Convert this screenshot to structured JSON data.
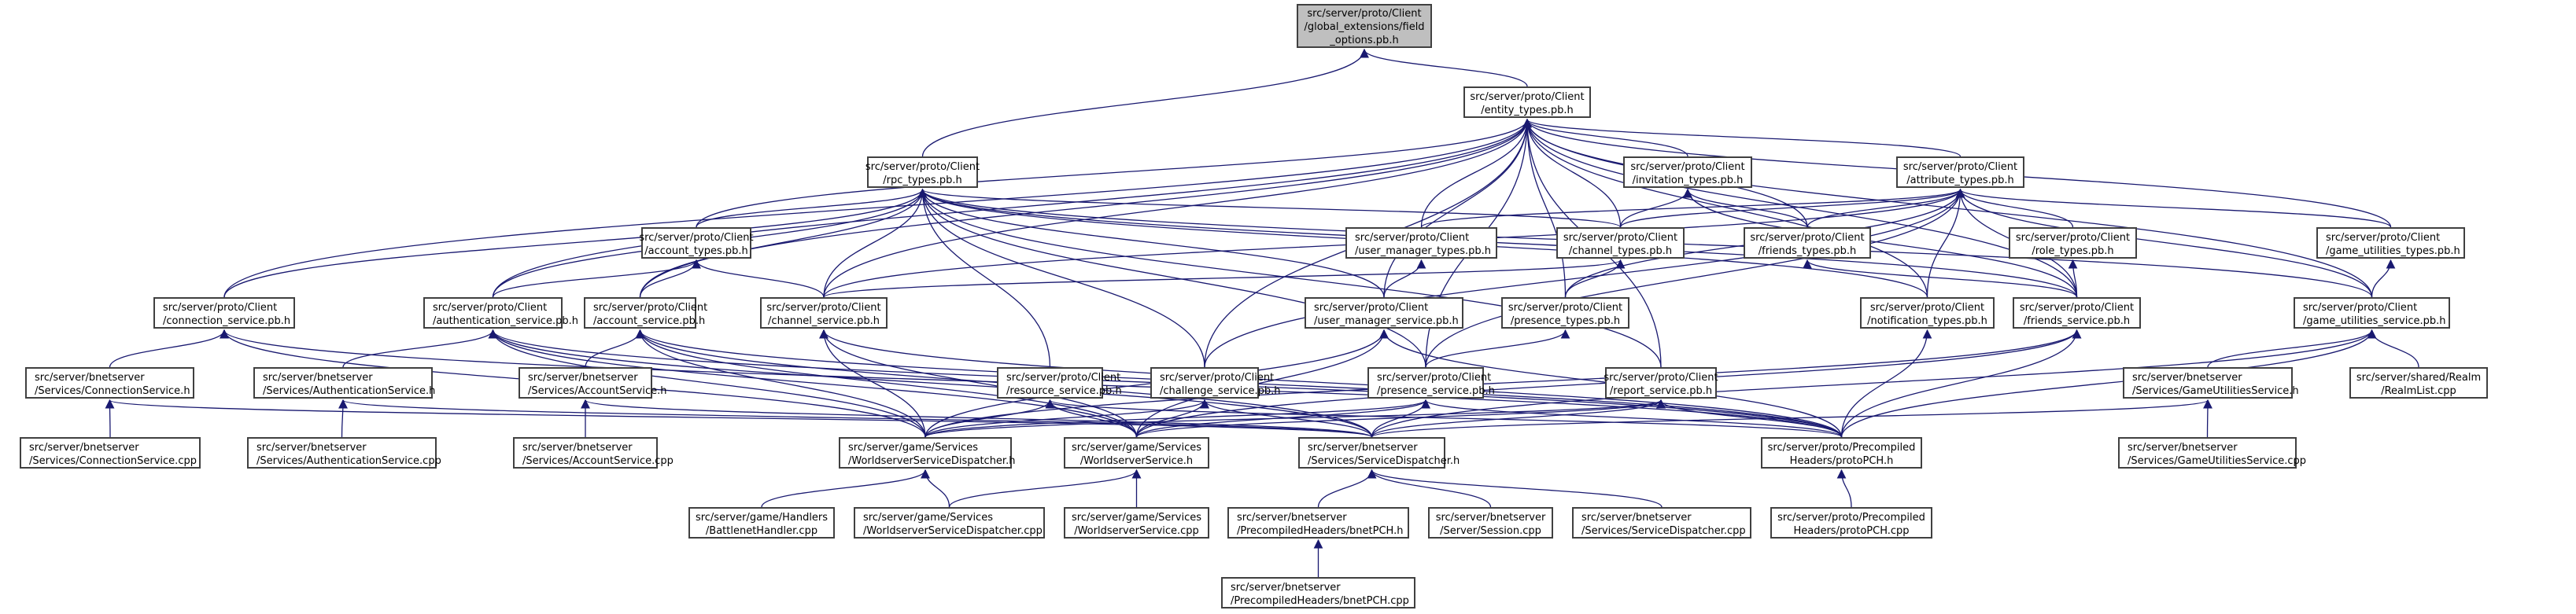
{
  "title": "Include dependency graph for field_options.pb.h",
  "colors": {
    "edge": "#191970",
    "node_border": "#404040",
    "root_fill": "#bfbfbf",
    "node_fill": "#ffffff"
  },
  "nodes": [
    {
      "id": "field_options",
      "lines": [
        "src/server/proto/Client",
        "/global_extensions/field",
        "_options.pb.h"
      ],
      "root": true
    },
    {
      "id": "entity_types",
      "lines": [
        "src/server/proto/Client",
        "/entity_types.pb.h"
      ]
    },
    {
      "id": "rpc_types",
      "lines": [
        "src/server/proto/Client",
        "/rpc_types.pb.h"
      ]
    },
    {
      "id": "invitation_types",
      "lines": [
        "src/server/proto/Client",
        "/invitation_types.pb.h"
      ]
    },
    {
      "id": "attribute_types",
      "lines": [
        "src/server/proto/Client",
        "/attribute_types.pb.h"
      ]
    },
    {
      "id": "account_types",
      "lines": [
        "src/server/proto/Client",
        "/account_types.pb.h"
      ]
    },
    {
      "id": "user_manager_types",
      "lines": [
        "src/server/proto/Client",
        "/user_manager_types.pb.h"
      ]
    },
    {
      "id": "channel_types",
      "lines": [
        "src/server/proto/Client",
        "/channel_types.pb.h"
      ]
    },
    {
      "id": "friends_types",
      "lines": [
        "src/server/proto/Client",
        "/friends_types.pb.h"
      ]
    },
    {
      "id": "role_types",
      "lines": [
        "src/server/proto/Client",
        "/role_types.pb.h"
      ]
    },
    {
      "id": "game_utilities_types",
      "lines": [
        "src/server/proto/Client",
        "/game_utilities_types.pb.h"
      ]
    },
    {
      "id": "connection_service",
      "lines": [
        "src/server/proto/Client",
        "/connection_service.pb.h"
      ]
    },
    {
      "id": "authentication_service",
      "lines": [
        "src/server/proto/Client",
        "/authentication_service.pb.h"
      ]
    },
    {
      "id": "account_service",
      "lines": [
        "src/server/proto/Client",
        "/account_service.pb.h"
      ]
    },
    {
      "id": "channel_service",
      "lines": [
        "src/server/proto/Client",
        "/channel_service.pb.h"
      ]
    },
    {
      "id": "user_manager_service",
      "lines": [
        "src/server/proto/Client",
        "/user_manager_service.pb.h"
      ]
    },
    {
      "id": "presence_types",
      "lines": [
        "src/server/proto/Client",
        "/presence_types.pb.h"
      ]
    },
    {
      "id": "notification_types",
      "lines": [
        "src/server/proto/Client",
        "/notification_types.pb.h"
      ]
    },
    {
      "id": "friends_service",
      "lines": [
        "src/server/proto/Client",
        "/friends_service.pb.h"
      ]
    },
    {
      "id": "game_utilities_service",
      "lines": [
        "src/server/proto/Client",
        "/game_utilities_service.pb.h"
      ]
    },
    {
      "id": "ConnectionService_h",
      "lines": [
        "src/server/bnetserver",
        "/Services/ConnectionService.h"
      ]
    },
    {
      "id": "AuthenticationService_h",
      "lines": [
        "src/server/bnetserver",
        "/Services/AuthenticationService.h"
      ]
    },
    {
      "id": "AccountService_h",
      "lines": [
        "src/server/bnetserver",
        "/Services/AccountService.h"
      ]
    },
    {
      "id": "resource_service",
      "lines": [
        "src/server/proto/Client",
        "/resource_service.pb.h"
      ]
    },
    {
      "id": "challenge_service",
      "lines": [
        "src/server/proto/Client",
        "/challenge_service.pb.h"
      ]
    },
    {
      "id": "presence_service",
      "lines": [
        "src/server/proto/Client",
        "/presence_service.pb.h"
      ]
    },
    {
      "id": "report_service",
      "lines": [
        "src/server/proto/Client",
        "/report_service.pb.h"
      ]
    },
    {
      "id": "GameUtilitiesService_h",
      "lines": [
        "src/server/bnetserver",
        "/Services/GameUtilitiesService.h"
      ]
    },
    {
      "id": "RealmList_cpp",
      "lines": [
        "src/server/shared/Realm",
        "/RealmList.cpp"
      ]
    },
    {
      "id": "ConnectionService_cpp",
      "lines": [
        "src/server/bnetserver",
        "/Services/ConnectionService.cpp"
      ]
    },
    {
      "id": "AuthenticationService_cpp",
      "lines": [
        "src/server/bnetserver",
        "/Services/AuthenticationService.cpp"
      ]
    },
    {
      "id": "AccountService_cpp",
      "lines": [
        "src/server/bnetserver",
        "/Services/AccountService.cpp"
      ]
    },
    {
      "id": "WorldserverServiceDispatcher_h",
      "lines": [
        "src/server/game/Services",
        "/WorldserverServiceDispatcher.h"
      ]
    },
    {
      "id": "WorldserverService_h",
      "lines": [
        "src/server/game/Services",
        "/WorldserverService.h"
      ]
    },
    {
      "id": "ServiceDispatcher_h",
      "lines": [
        "src/server/bnetserver",
        "/Services/ServiceDispatcher.h"
      ]
    },
    {
      "id": "protoPCH_h",
      "lines": [
        "src/server/proto/Precompiled",
        "Headers/protoPCH.h"
      ]
    },
    {
      "id": "GameUtilitiesService_cpp",
      "lines": [
        "src/server/bnetserver",
        "/Services/GameUtilitiesService.cpp"
      ]
    },
    {
      "id": "BattlenetHandler_cpp",
      "lines": [
        "src/server/game/Handlers",
        "/BattlenetHandler.cpp"
      ]
    },
    {
      "id": "WorldserverServiceDispatcher_cpp",
      "lines": [
        "src/server/game/Services",
        "/WorldserverServiceDispatcher.cpp"
      ]
    },
    {
      "id": "WorldserverService_cpp",
      "lines": [
        "src/server/game/Services",
        "/WorldserverService.cpp"
      ]
    },
    {
      "id": "bnetPCH_h",
      "lines": [
        "src/server/bnetserver",
        "/PrecompiledHeaders/bnetPCH.h"
      ]
    },
    {
      "id": "Session_cpp",
      "lines": [
        "src/server/bnetserver",
        "/Server/Session.cpp"
      ]
    },
    {
      "id": "ServiceDispatcher_cpp",
      "lines": [
        "src/server/bnetserver",
        "/Services/ServiceDispatcher.cpp"
      ]
    },
    {
      "id": "protoPCH_cpp",
      "lines": [
        "src/server/proto/Precompiled",
        "Headers/protoPCH.cpp"
      ]
    },
    {
      "id": "bnetPCH_cpp",
      "lines": [
        "src/server/bnetserver",
        "/PrecompiledHeaders/bnetPCH.cpp"
      ]
    }
  ],
  "edges": [
    [
      "entity_types",
      "field_options"
    ],
    [
      "rpc_types",
      "field_options"
    ],
    [
      "invitation_types",
      "entity_types"
    ],
    [
      "attribute_types",
      "entity_types"
    ],
    [
      "account_types",
      "entity_types"
    ],
    [
      "user_manager_types",
      "entity_types"
    ],
    [
      "channel_types",
      "entity_types"
    ],
    [
      "friends_types",
      "entity_types"
    ],
    [
      "game_utilities_types",
      "entity_types"
    ],
    [
      "connection_service",
      "entity_types"
    ],
    [
      "authentication_service",
      "entity_types"
    ],
    [
      "account_service",
      "entity_types"
    ],
    [
      "channel_service",
      "entity_types"
    ],
    [
      "user_manager_service",
      "entity_types"
    ],
    [
      "presence_types",
      "entity_types"
    ],
    [
      "notification_types",
      "entity_types"
    ],
    [
      "friends_service",
      "entity_types"
    ],
    [
      "game_utilities_service",
      "entity_types"
    ],
    [
      "challenge_service",
      "entity_types"
    ],
    [
      "presence_service",
      "entity_types"
    ],
    [
      "report_service",
      "entity_types"
    ],
    [
      "account_types",
      "rpc_types"
    ],
    [
      "connection_service",
      "rpc_types"
    ],
    [
      "authentication_service",
      "rpc_types"
    ],
    [
      "account_service",
      "rpc_types"
    ],
    [
      "channel_service",
      "rpc_types"
    ],
    [
      "user_manager_service",
      "rpc_types"
    ],
    [
      "channel_types",
      "rpc_types"
    ],
    [
      "notification_types",
      "rpc_types"
    ],
    [
      "friends_service",
      "rpc_types"
    ],
    [
      "game_utilities_service",
      "rpc_types"
    ],
    [
      "resource_service",
      "rpc_types"
    ],
    [
      "challenge_service",
      "rpc_types"
    ],
    [
      "presence_service",
      "rpc_types"
    ],
    [
      "report_service",
      "rpc_types"
    ],
    [
      "channel_types",
      "invitation_types"
    ],
    [
      "friends_types",
      "invitation_types"
    ],
    [
      "friends_service",
      "invitation_types"
    ],
    [
      "user_manager_types",
      "attribute_types"
    ],
    [
      "channel_types",
      "attribute_types"
    ],
    [
      "friends_types",
      "attribute_types"
    ],
    [
      "role_types",
      "attribute_types"
    ],
    [
      "game_utilities_types",
      "attribute_types"
    ],
    [
      "presence_types",
      "attribute_types"
    ],
    [
      "notification_types",
      "attribute_types"
    ],
    [
      "friends_service",
      "attribute_types"
    ],
    [
      "game_utilities_service",
      "attribute_types"
    ],
    [
      "challenge_service",
      "attribute_types"
    ],
    [
      "presence_service",
      "attribute_types"
    ],
    [
      "channel_service",
      "attribute_types"
    ],
    [
      "authentication_service",
      "account_types"
    ],
    [
      "account_service",
      "account_types"
    ],
    [
      "channel_service",
      "account_types"
    ],
    [
      "friends_service",
      "role_types"
    ],
    [
      "user_manager_service",
      "user_manager_types"
    ],
    [
      "channel_service",
      "channel_types"
    ],
    [
      "presence_types",
      "channel_types"
    ],
    [
      "friends_service",
      "friends_types"
    ],
    [
      "game_utilities_service",
      "game_utilities_types"
    ],
    [
      "ConnectionService_h",
      "connection_service"
    ],
    [
      "WorldserverServiceDispatcher_h",
      "connection_service"
    ],
    [
      "protoPCH_h",
      "connection_service"
    ],
    [
      "AuthenticationService_h",
      "authentication_service"
    ],
    [
      "WorldserverServiceDispatcher_h",
      "authentication_service"
    ],
    [
      "WorldserverService_h",
      "authentication_service"
    ],
    [
      "ServiceDispatcher_h",
      "authentication_service"
    ],
    [
      "protoPCH_h",
      "authentication_service"
    ],
    [
      "AccountService_h",
      "account_service"
    ],
    [
      "WorldserverServiceDispatcher_h",
      "account_service"
    ],
    [
      "WorldserverService_h",
      "account_service"
    ],
    [
      "ServiceDispatcher_h",
      "account_service"
    ],
    [
      "protoPCH_h",
      "account_service"
    ],
    [
      "WorldserverServiceDispatcher_h",
      "channel_service"
    ],
    [
      "WorldserverService_h",
      "channel_service"
    ],
    [
      "protoPCH_h",
      "channel_service"
    ],
    [
      "WorldserverServiceDispatcher_h",
      "user_manager_service"
    ],
    [
      "WorldserverService_h",
      "user_manager_service"
    ],
    [
      "protoPCH_h",
      "user_manager_service"
    ],
    [
      "presence_service",
      "presence_types"
    ],
    [
      "protoPCH_h",
      "notification_types"
    ],
    [
      "WorldserverServiceDispatcher_h",
      "friends_service"
    ],
    [
      "WorldserverService_h",
      "friends_service"
    ],
    [
      "protoPCH_h",
      "friends_service"
    ],
    [
      "GameUtilitiesService_h",
      "game_utilities_service"
    ],
    [
      "RealmList_cpp",
      "game_utilities_service"
    ],
    [
      "ServiceDispatcher_h",
      "game_utilities_service"
    ],
    [
      "protoPCH_h",
      "game_utilities_service"
    ],
    [
      "WorldserverServiceDispatcher_h",
      "resource_service"
    ],
    [
      "WorldserverService_h",
      "resource_service"
    ],
    [
      "protoPCH_h",
      "resource_service"
    ],
    [
      "WorldserverServiceDispatcher_h",
      "challenge_service"
    ],
    [
      "WorldserverService_h",
      "challenge_service"
    ],
    [
      "ServiceDispatcher_h",
      "challenge_service"
    ],
    [
      "WorldserverServiceDispatcher_h",
      "presence_service"
    ],
    [
      "WorldserverService_h",
      "presence_service"
    ],
    [
      "ServiceDispatcher_h",
      "presence_service"
    ],
    [
      "protoPCH_h",
      "presence_service"
    ],
    [
      "WorldserverServiceDispatcher_h",
      "report_service"
    ],
    [
      "WorldserverService_h",
      "report_service"
    ],
    [
      "ServiceDispatcher_h",
      "report_service"
    ],
    [
      "protoPCH_h",
      "report_service"
    ],
    [
      "ConnectionService_cpp",
      "ConnectionService_h"
    ],
    [
      "ServiceDispatcher_h",
      "ConnectionService_h"
    ],
    [
      "AuthenticationService_cpp",
      "AuthenticationService_h"
    ],
    [
      "ServiceDispatcher_h",
      "AuthenticationService_h"
    ],
    [
      "AccountService_cpp",
      "AccountService_h"
    ],
    [
      "ServiceDispatcher_h",
      "AccountService_h"
    ],
    [
      "GameUtilitiesService_cpp",
      "GameUtilitiesService_h"
    ],
    [
      "ServiceDispatcher_h",
      "GameUtilitiesService_h"
    ],
    [
      "BattlenetHandler_cpp",
      "WorldserverServiceDispatcher_h"
    ],
    [
      "WorldserverServiceDispatcher_cpp",
      "WorldserverServiceDispatcher_h"
    ],
    [
      "WorldserverServiceDispatcher_cpp",
      "WorldserverService_h"
    ],
    [
      "WorldserverService_cpp",
      "WorldserverService_h"
    ],
    [
      "bnetPCH_h",
      "ServiceDispatcher_h"
    ],
    [
      "Session_cpp",
      "ServiceDispatcher_h"
    ],
    [
      "ServiceDispatcher_cpp",
      "ServiceDispatcher_h"
    ],
    [
      "protoPCH_cpp",
      "protoPCH_h"
    ],
    [
      "bnetPCH_cpp",
      "bnetPCH_h"
    ]
  ]
}
